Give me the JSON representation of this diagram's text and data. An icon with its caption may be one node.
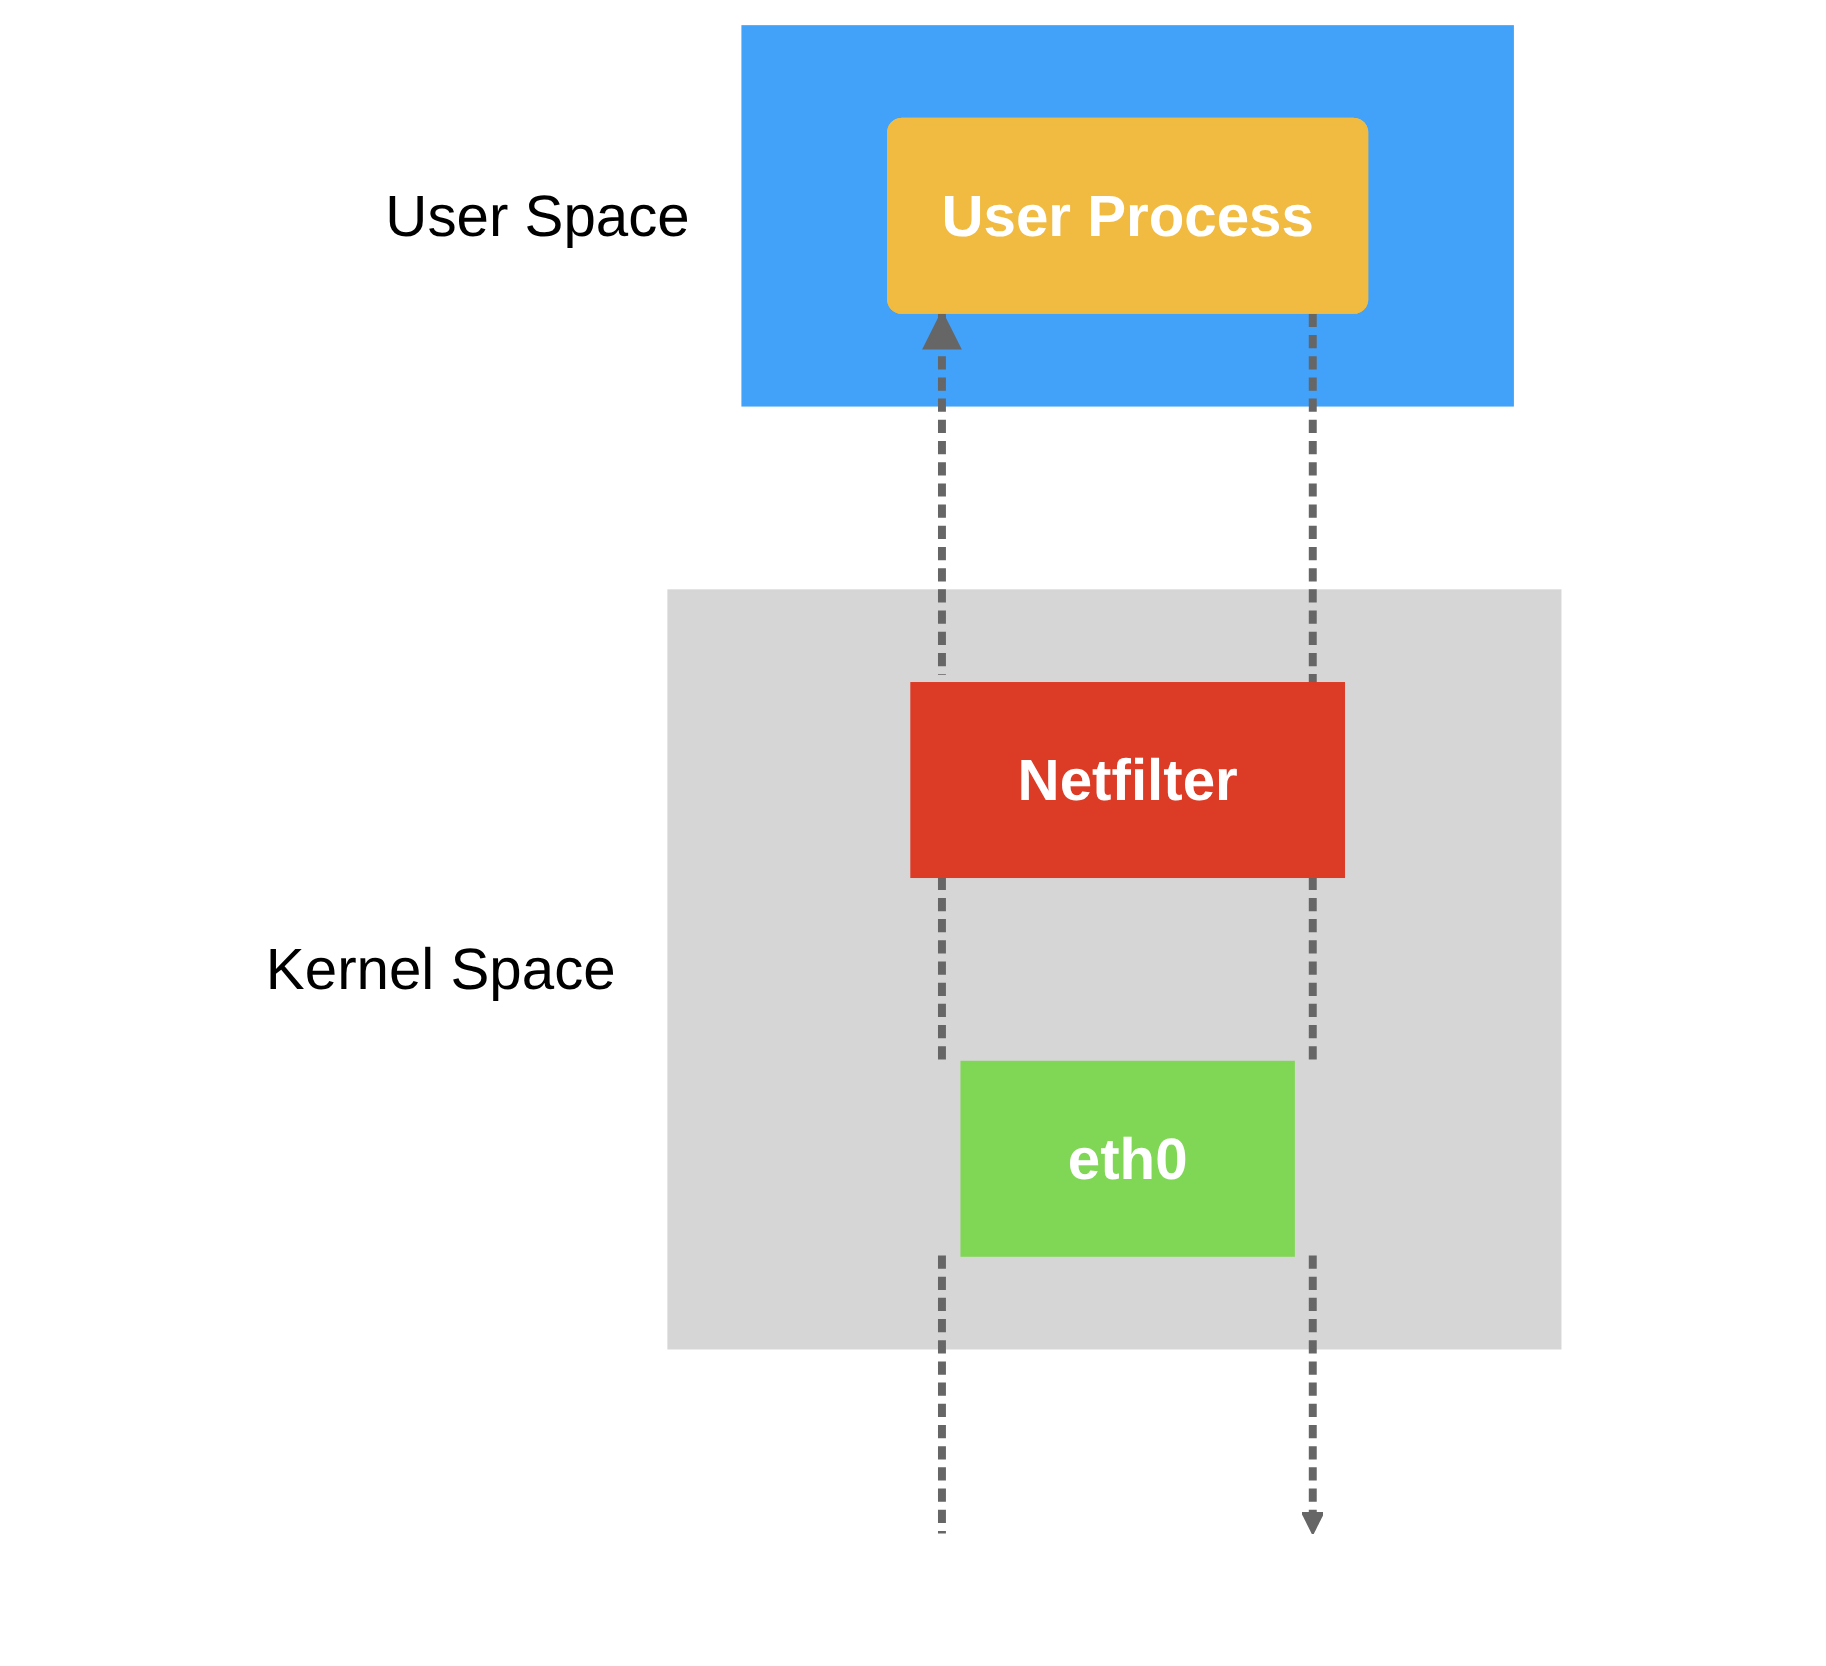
{
  "diagram": {
    "nodes": [
      {
        "text": [
          "User Space"
        ]
      },
      {
        "text": [
          "User Process"
        ],
        "in": 0
      },
      {
        "text": [
          "Kernel Space"
        ]
      },
      {
        "text": [
          "Netfilter"
        ],
        "in": 2
      },
      {
        "text": [
          "eth0"
        ],
        "in": 2
      }
    ],
    "edges": [
      {
        "from": null,
        "to": 4,
        "arrow": "none",
        "style": "dashed"
      },
      {
        "from": 4,
        "to": 3,
        "arrow": "none",
        "style": "dashed"
      },
      {
        "from": 3,
        "to": 1,
        "arrow": "to",
        "style": "dashed"
      },
      {
        "from": 1,
        "to": 3,
        "arrow": "none",
        "style": "dashed"
      },
      {
        "from": 3,
        "to": 4,
        "arrow": "none",
        "style": "dashed"
      },
      {
        "from": 4,
        "to": null,
        "arrow": "to",
        "style": "dashed"
      }
    ]
  }
}
